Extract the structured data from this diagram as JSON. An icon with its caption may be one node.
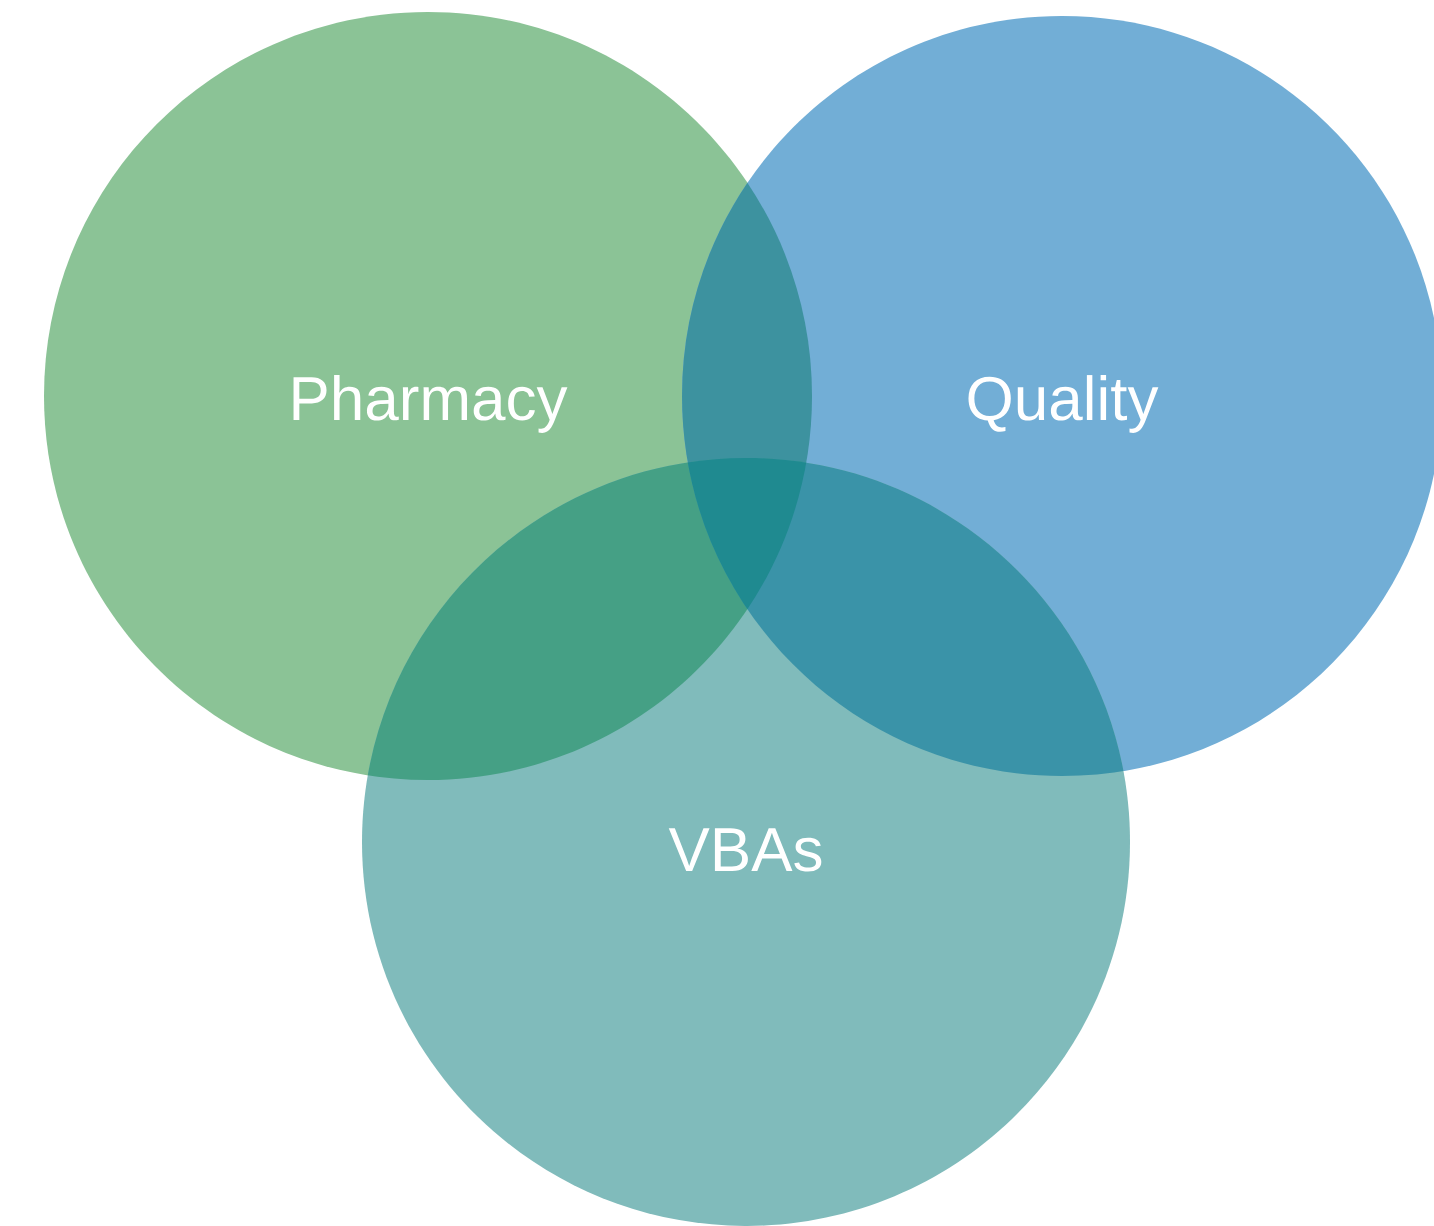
{
  "diagram": {
    "nodes": [
      {
        "text": [
          "Pharmacy"
        ]
      },
      {
        "text": [
          "Quality"
        ]
      },
      {
        "text": [
          "VBAs"
        ]
      }
    ]
  }
}
